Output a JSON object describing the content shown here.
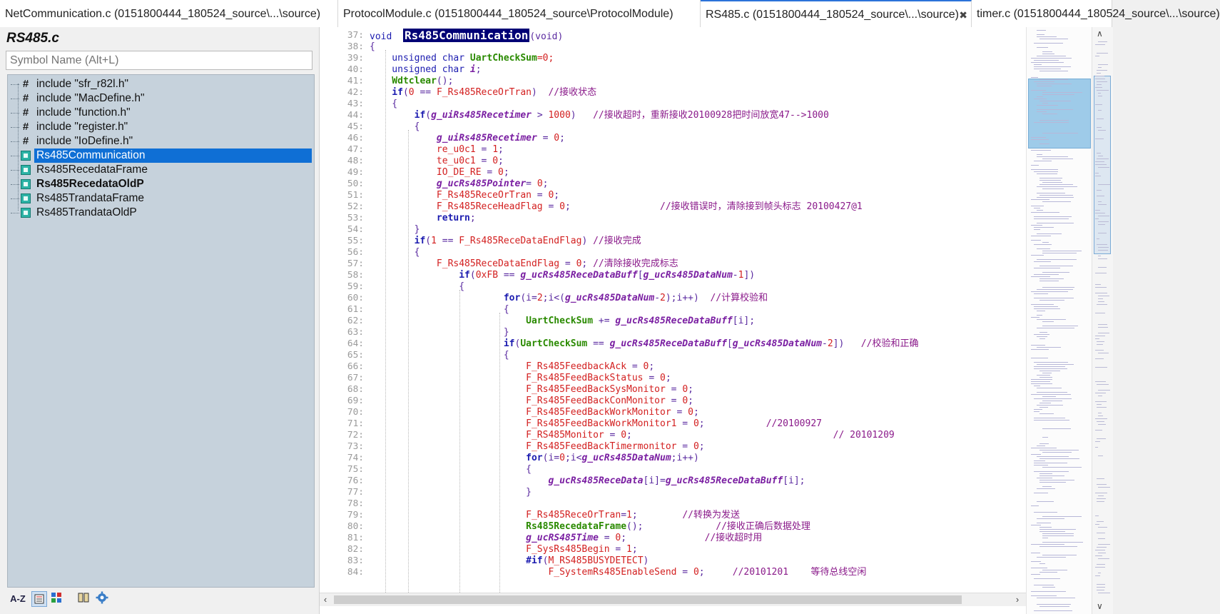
{
  "tabs": [
    {
      "label": "NetCommunication.c (0151800444_180524_source\\...\\source)",
      "active": false
    },
    {
      "label": "ProtocolModule.c (0151800444_180524_source\\ProtocolModule)",
      "active": false
    },
    {
      "label": "RS485.c (0151800444_180524_source\\...\\source)",
      "active": true
    },
    {
      "label": "timer.c (0151800444_180524_source\\...\\source)",
      "active": false
    }
  ],
  "sidebar": {
    "title": "RS485.c",
    "search_placeholder": "Symbol Name (Alt+L)",
    "items": [
      {
        "label": "include \"sfr_r82l.h\"",
        "type": "include"
      },
      {
        "label": "include \"MacDefine.h\"",
        "type": "include"
      },
      {
        "label": "include \"function.h\"",
        "type": "include"
      },
      {
        "label": "include \"register.h\"",
        "type": "include"
      },
      {
        "label": "include \"IoDefine.h\"",
        "type": "include"
      },
      {
        "label": "Rs485Communication",
        "type": "function",
        "selected": true
      },
      {
        "label": "Rs485RecedataFrame",
        "type": "function"
      },
      {
        "label": "Rs485RecedataOldP",
        "type": "function",
        "bold": true
      },
      {
        "label": "Rs485TrandataFrame",
        "type": "function"
      },
      {
        "label": "Rs485TrandataOldP",
        "type": "function"
      }
    ],
    "toolbar": {
      "sort_label": "A-Z"
    }
  },
  "editor": {
    "line_numbers": [
      "37:",
      "38:",
      "39:",
      "40:",
      "41:",
      "42:",
      "43:",
      "44:",
      "45:",
      "46:",
      "47:",
      "48:",
      "49:",
      "50:",
      "51:",
      "52:",
      "53:",
      "54:",
      "55:",
      "56:",
      "57:",
      "58:",
      "59:",
      "60:",
      "61:",
      "62:",
      "63:",
      "64:",
      "65:",
      "66:",
      "67:",
      "68:",
      "69:",
      "70:",
      "71:",
      "72:",
      "73:",
      "74:",
      "75:",
      "76:",
      "77:",
      "78:",
      "79:",
      "80:",
      "81:",
      "82:",
      "83:",
      "84:"
    ],
    "lines": [
      [
        [
          "kw",
          "void  "
        ],
        [
          "hl",
          "Rs485Communication"
        ],
        [
          "plain",
          "(void)"
        ]
      ],
      [
        [
          "plain",
          "{"
        ]
      ],
      [
        [
          "kw",
          "    unsigned char "
        ],
        [
          "fn",
          "UartCheckSum"
        ],
        [
          "op",
          "=0;"
        ]
      ],
      [
        [
          "kw",
          "    unsigned char "
        ],
        [
          "var",
          "i"
        ],
        [
          "plain",
          ";"
        ]
      ],
      [
        [
          "fn",
          "    Wdtclear"
        ],
        [
          "plain",
          "();"
        ]
      ],
      [
        [
          "kwb",
          "    if"
        ],
        [
          "plain",
          "("
        ],
        [
          "num",
          "0"
        ],
        [
          "plain",
          " == "
        ],
        [
          "mac",
          "F_Rs485ReceOrTran"
        ],
        [
          "plain",
          ")  "
        ],
        [
          "cmt",
          "//接收状态"
        ]
      ],
      [
        [
          "plain",
          "    {"
        ]
      ],
      [
        [
          "kwb",
          "        if"
        ],
        [
          "plain",
          "("
        ],
        [
          "var",
          "g_uiRs485Recetimer"
        ],
        [
          "plain",
          " > "
        ],
        [
          "num",
          "1000"
        ],
        [
          "plain",
          ")   "
        ],
        [
          "cmt",
          "//接收超时，重新接收20100928把时间放宽47-->1000"
        ]
      ],
      [
        [
          "plain",
          "        {"
        ]
      ],
      [
        [
          "var",
          "            g_uiRs485Recetimer"
        ],
        [
          "plain",
          " = "
        ],
        [
          "num",
          "0"
        ],
        [
          "plain",
          ";"
        ]
      ],
      [
        [
          "mac",
          "            re_u0c1"
        ],
        [
          "plain",
          " = "
        ],
        [
          "num",
          "1"
        ],
        [
          "plain",
          ";"
        ]
      ],
      [
        [
          "mac",
          "            te_u0c1"
        ],
        [
          "plain",
          " = "
        ],
        [
          "num",
          "0"
        ],
        [
          "plain",
          ";"
        ]
      ],
      [
        [
          "mac",
          "            IO_DE_RE"
        ],
        [
          "plain",
          " = "
        ],
        [
          "num",
          "0"
        ],
        [
          "plain",
          ";"
        ]
      ],
      [
        [
          "var",
          "            g_ucRs485Pointer"
        ],
        [
          "plain",
          "= "
        ],
        [
          "num",
          "0"
        ],
        [
          "plain",
          ";"
        ]
      ],
      [
        [
          "mac",
          "            F_Rs485ReceOrTran"
        ],
        [
          "plain",
          " = "
        ],
        [
          "num",
          "0"
        ],
        [
          "plain",
          ";"
        ]
      ],
      [
        [
          "mac",
          "            F_Rs485ReceHeadFlag"
        ],
        [
          "plain",
          " = "
        ],
        [
          "num",
          "0"
        ],
        [
          "plain",
          ";                "
        ],
        [
          "cmt",
          "//接收错误时，清除接到帧头标志 20100427@1"
        ]
      ],
      [
        [
          "kwb",
          "            return"
        ],
        [
          "plain",
          ";"
        ]
      ],
      [
        [
          "plain",
          "        }"
        ]
      ],
      [
        [
          "kwb",
          "        if"
        ],
        [
          "plain",
          "("
        ],
        [
          "num",
          "1"
        ],
        [
          "plain",
          " == "
        ],
        [
          "mac",
          "F_Rs485ReceDataEndFlag"
        ],
        [
          "plain",
          ") "
        ],
        [
          "cmt",
          "//接收完成"
        ]
      ],
      [
        [
          "plain",
          "        {"
        ]
      ],
      [
        [
          "mac",
          "            F_Rs485ReceDataEndFlag"
        ],
        [
          "plain",
          " = "
        ],
        [
          "num",
          "0"
        ],
        [
          "plain",
          "; "
        ],
        [
          "cmt",
          "//清除接收完成标志"
        ]
      ],
      [
        [
          "kwb",
          "                if"
        ],
        [
          "plain",
          "("
        ],
        [
          "num",
          "0xFB"
        ],
        [
          "plain",
          " == "
        ],
        [
          "var",
          "g_ucRs485ReceDataBuff"
        ],
        [
          "plain",
          "["
        ],
        [
          "var",
          "g_ucRs485DataNum"
        ],
        [
          "plain",
          "-"
        ],
        [
          "num",
          "1"
        ],
        [
          "plain",
          "])"
        ]
      ],
      [
        [
          "plain",
          "                {"
        ]
      ],
      [
        [
          "kwb",
          "                        for"
        ],
        [
          "plain",
          "("
        ],
        [
          "plain",
          "i="
        ],
        [
          "num",
          "2"
        ],
        [
          "plain",
          ";i<("
        ],
        [
          "var",
          "g_ucRs485DataNum"
        ],
        [
          "plain",
          "-"
        ],
        [
          "num",
          "2"
        ],
        [
          "plain",
          ");i++)  "
        ],
        [
          "cmt",
          "//计算校验和"
        ]
      ],
      [
        [
          "plain",
          "                        {"
        ]
      ],
      [
        [
          "fn",
          "                            UartCheckSum"
        ],
        [
          "plain",
          " += "
        ],
        [
          "var",
          "g_ucRs485ReceDataBuff"
        ],
        [
          "plain",
          "[i];"
        ]
      ],
      [
        [
          "plain",
          "                        }"
        ]
      ],
      [
        [
          "kwb",
          "                        if"
        ],
        [
          "plain",
          "("
        ],
        [
          "fn",
          "UartCheckSum"
        ],
        [
          "plain",
          " == "
        ],
        [
          "var",
          "g_ucRs485ReceDataBuff"
        ],
        [
          "plain",
          "["
        ],
        [
          "var",
          "g_ucRs485DataNum"
        ],
        [
          "plain",
          "-"
        ],
        [
          "num",
          "2"
        ],
        [
          "plain",
          "])   "
        ],
        [
          "cmt",
          "//校验和正确"
        ]
      ],
      [
        [
          "plain",
          "                        {"
        ]
      ],
      [
        [
          "mac",
          "                            F_Rs485FeedbackAck"
        ],
        [
          "plain",
          " = "
        ],
        [
          "num",
          "0"
        ],
        [
          "plain",
          ";"
        ]
      ],
      [
        [
          "mac",
          "                            F_Rs485FeedBackStatus"
        ],
        [
          "plain",
          " = "
        ],
        [
          "num",
          "0"
        ],
        [
          "plain",
          ";"
        ]
      ],
      [
        [
          "mac",
          "                            F_Rs485FeedBackSysMonitor"
        ],
        [
          "plain",
          " = "
        ],
        [
          "num",
          "0"
        ],
        [
          "plain",
          ";"
        ]
      ],
      [
        [
          "mac",
          "                            F_Rs485FeedBackConMonitor"
        ],
        [
          "plain",
          " = "
        ],
        [
          "num",
          "0"
        ],
        [
          "plain",
          ";"
        ]
      ],
      [
        [
          "mac",
          "                            F_Rs485FeedBackWorkMonitor"
        ],
        [
          "plain",
          " = "
        ],
        [
          "num",
          "0"
        ],
        [
          "plain",
          ";"
        ]
      ],
      [
        [
          "mac",
          "                            F_Rs485FeedBackWorkMonitor1"
        ],
        [
          "plain",
          " = "
        ],
        [
          "num",
          "0"
        ],
        [
          "plain",
          ";           "
        ],
        [
          "cmt",
          "//20100927"
        ]
      ],
      [
        [
          "mac",
          "                            F_RS485Monitor"
        ],
        [
          "plain",
          " = "
        ],
        [
          "num",
          "0"
        ],
        [
          "plain",
          ";                                    "
        ],
        [
          "cmt",
          "// 20101209"
        ]
      ],
      [
        [
          "mac",
          "                            F_Rs485FeedBackTimermonitor"
        ],
        [
          "plain",
          " = "
        ],
        [
          "num",
          "0"
        ],
        [
          "plain",
          ";"
        ]
      ],
      [
        [
          "kwb",
          "                            for"
        ],
        [
          "plain",
          "(i="
        ],
        [
          "num",
          "0"
        ],
        [
          "plain",
          ";i<"
        ],
        [
          "var",
          "g_ucRs485DataNum"
        ],
        [
          "plain",
          ";i++)"
        ]
      ],
      [
        [
          "plain",
          "                            {"
        ]
      ],
      [
        [
          "var",
          "                                g_ucRs485ReceData"
        ],
        [
          "plain",
          "[i]="
        ],
        [
          "var",
          "g_ucRs485ReceDataBuff"
        ],
        [
          "plain",
          "[i];"
        ]
      ],
      [
        [
          "plain",
          "                            }"
        ]
      ],
      [
        [
          "plain",
          ""
        ]
      ],
      [
        [
          "mac",
          "                            F_Rs485ReceOrTran"
        ],
        [
          "plain",
          "="
        ],
        [
          "num",
          "1"
        ],
        [
          "plain",
          ";        "
        ],
        [
          "cmt",
          "//转换为发送"
        ]
      ],
      [
        [
          "fn",
          "                            Rs485RecedataFrame"
        ],
        [
          "plain",
          "();             "
        ],
        [
          "cmt",
          "//接收正确后数据处理"
        ]
      ],
      [
        [
          "var",
          "                            g_ucRS485Time"
        ],
        [
          "plain",
          " = "
        ],
        [
          "num",
          "0"
        ],
        [
          "plain",
          ";              "
        ],
        [
          "cmt",
          "//接收超时用"
        ]
      ],
      [
        [
          "mac",
          "                            F_SysRs485Begin"
        ],
        [
          "plain",
          " = "
        ],
        [
          "num",
          "1"
        ],
        [
          "plain",
          ";"
        ]
      ],
      [
        [
          "kwb",
          "                            #if"
        ],
        [
          "plain",
          "("
        ],
        [
          "mac",
          "M_RS485BUSYDETECT"
        ],
        [
          "plain",
          ")"
        ]
      ],
      [
        [
          "mac",
          "                                F_SystemRs485EnableSend"
        ],
        [
          "plain",
          " = "
        ],
        [
          "num",
          "0"
        ],
        [
          "plain",
          ";     "
        ],
        [
          "cmt",
          "//20101201    等待总线空闲"
        ]
      ]
    ]
  },
  "colors": {
    "accent": "#0f6fd5",
    "tree_bg": "#c6d2dc",
    "highlight": "#000075"
  }
}
